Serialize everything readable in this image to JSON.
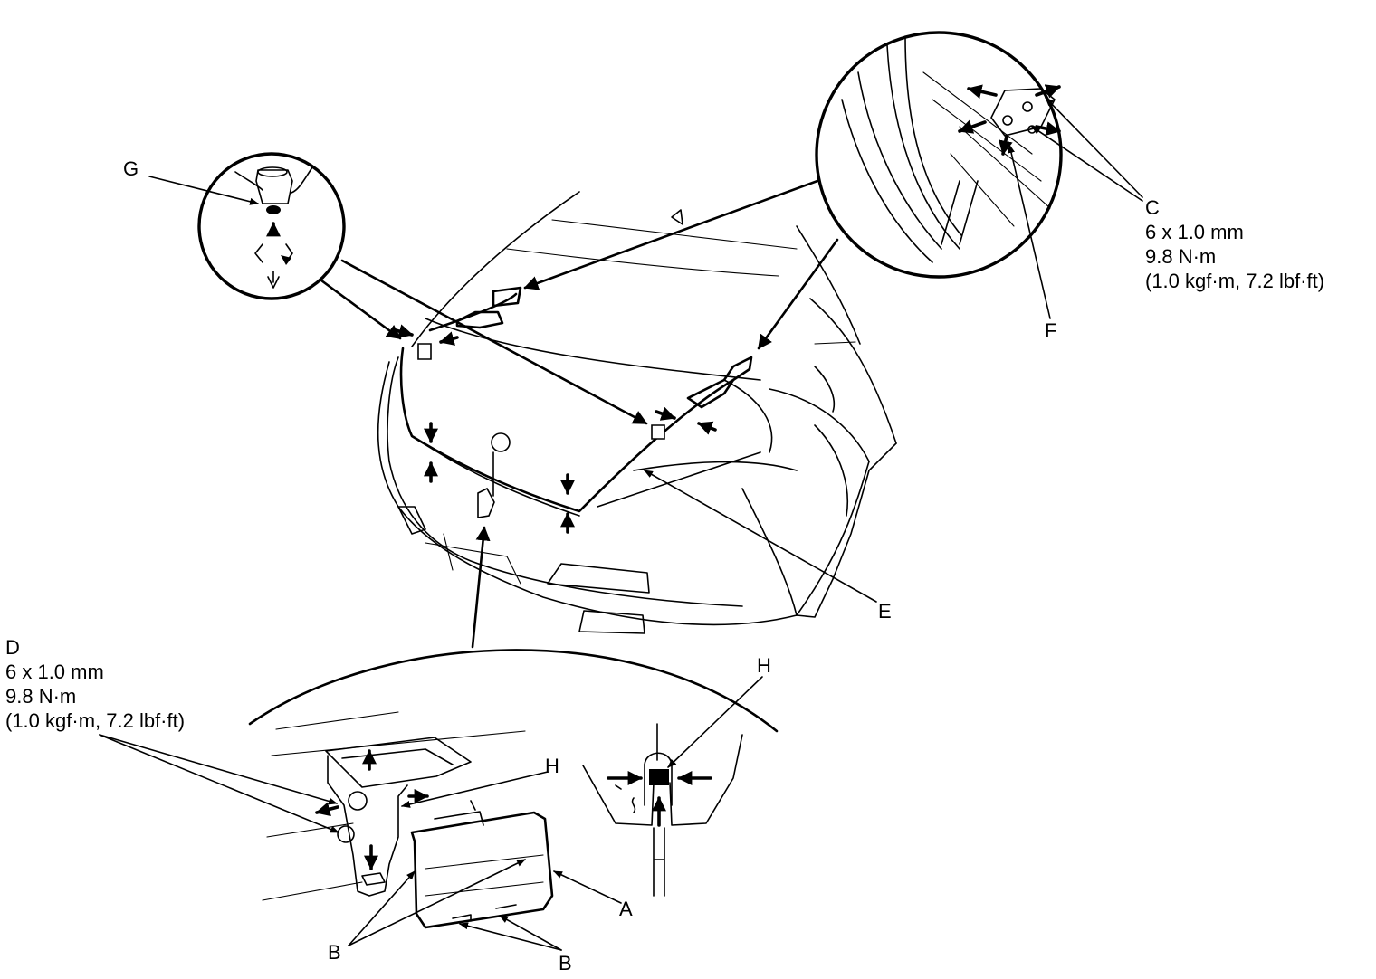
{
  "labels": {
    "a": "A",
    "b1": "B",
    "b2": "B",
    "c": "C",
    "c_bolt": "6 x 1.0 mm",
    "c_torque": "9.8 N·m",
    "c_torque_alt": "(1.0 kgf·m, 7.2 lbf·ft)",
    "d": "D",
    "d_bolt": "6 x 1.0 mm",
    "d_torque": "9.8 N·m",
    "d_torque_alt": "(1.0 kgf·m, 7.2 lbf·ft)",
    "e": "E",
    "f": "F",
    "g": "G",
    "h1": "H",
    "h2": "H"
  }
}
